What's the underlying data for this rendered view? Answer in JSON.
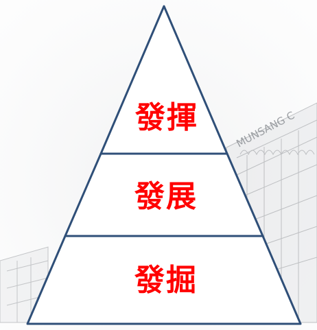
{
  "pyramid": {
    "tiers": [
      {
        "label": "發揮"
      },
      {
        "label": "發展"
      },
      {
        "label": "發掘"
      }
    ],
    "text_color": "#ff0000",
    "line_color": "#2f4f78",
    "fill_color": "#ffffff"
  },
  "watermark": {
    "text": "MUNSANG C",
    "description_icon": "building-sketch"
  }
}
